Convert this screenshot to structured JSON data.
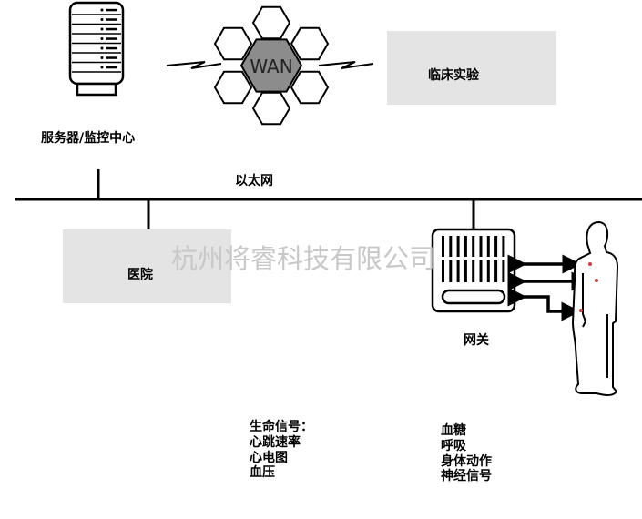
{
  "nodes": {
    "server": "服务器/监控中心",
    "wan": "WAN",
    "clinical": "临床实验",
    "ethernet": "以太网",
    "hospital": "医院",
    "gateway": "网关"
  },
  "watermark": "杭州将睿科技有限公司",
  "vital_signs": [
    "生命信号：",
    "心跳速率",
    "心电图",
    "血压"
  ],
  "other_signals": [
    "血糖",
    "呼吸",
    "身体动作",
    "神经信号"
  ],
  "colors": {
    "box_fill": "#e4e4e4",
    "wan_fill": "#8c8c8c",
    "sensor_dot": "#d23c3c"
  }
}
